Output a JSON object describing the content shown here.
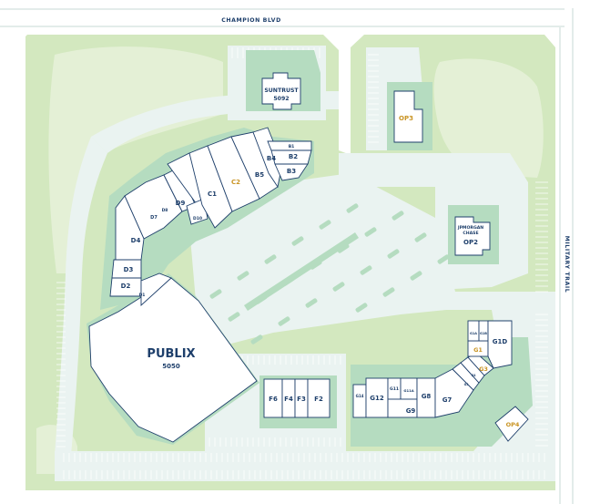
{
  "roads": {
    "north": "CHAMPION BLVD",
    "east": "MILITARY TRAIL"
  },
  "anchors": {
    "publix": {
      "name": "PUBLIX",
      "number": "5050"
    },
    "suntrust": {
      "name": "SUNTRUST",
      "number": "5092"
    },
    "chase": {
      "name_line1": "JPMORGAN",
      "name_line2": "CHASE",
      "number": "OP2"
    }
  },
  "outparcels": [
    "OP3",
    "OP4"
  ],
  "units": {
    "b1": "B1",
    "b2": "B2",
    "b3": "B3",
    "b4": "B4",
    "b5": "B5",
    "c1": "C1",
    "c2": "C2",
    "d1": "D1",
    "d2": "D2",
    "d3": "D3",
    "d4": "D4",
    "d7": "D7",
    "d8": "D8",
    "d9": "D9",
    "d10": "D10",
    "f2": "F2",
    "f3": "F3",
    "f4": "F4",
    "f6": "F6",
    "g1": "G1",
    "g1a": "G1A",
    "g1b": "G1B",
    "g1d": "G1D",
    "g3": "G3",
    "g4": "G4",
    "g5": "G5",
    "g7": "G7",
    "g8": "G8",
    "g9": "G9",
    "g11": "G11",
    "g11a": "G11A",
    "g12": "G12",
    "g14": "G14"
  },
  "available_units": [
    "C2",
    "G1",
    "G3",
    "OP3",
    "OP4"
  ],
  "colors": {
    "landscape": "#d3e8bf",
    "grass_light": "#e4f0d6",
    "paving": "#eaf3f1",
    "parking_island": "#b5dcc0",
    "building_outline": "#1e3f6b",
    "available_label": "#c99424"
  }
}
